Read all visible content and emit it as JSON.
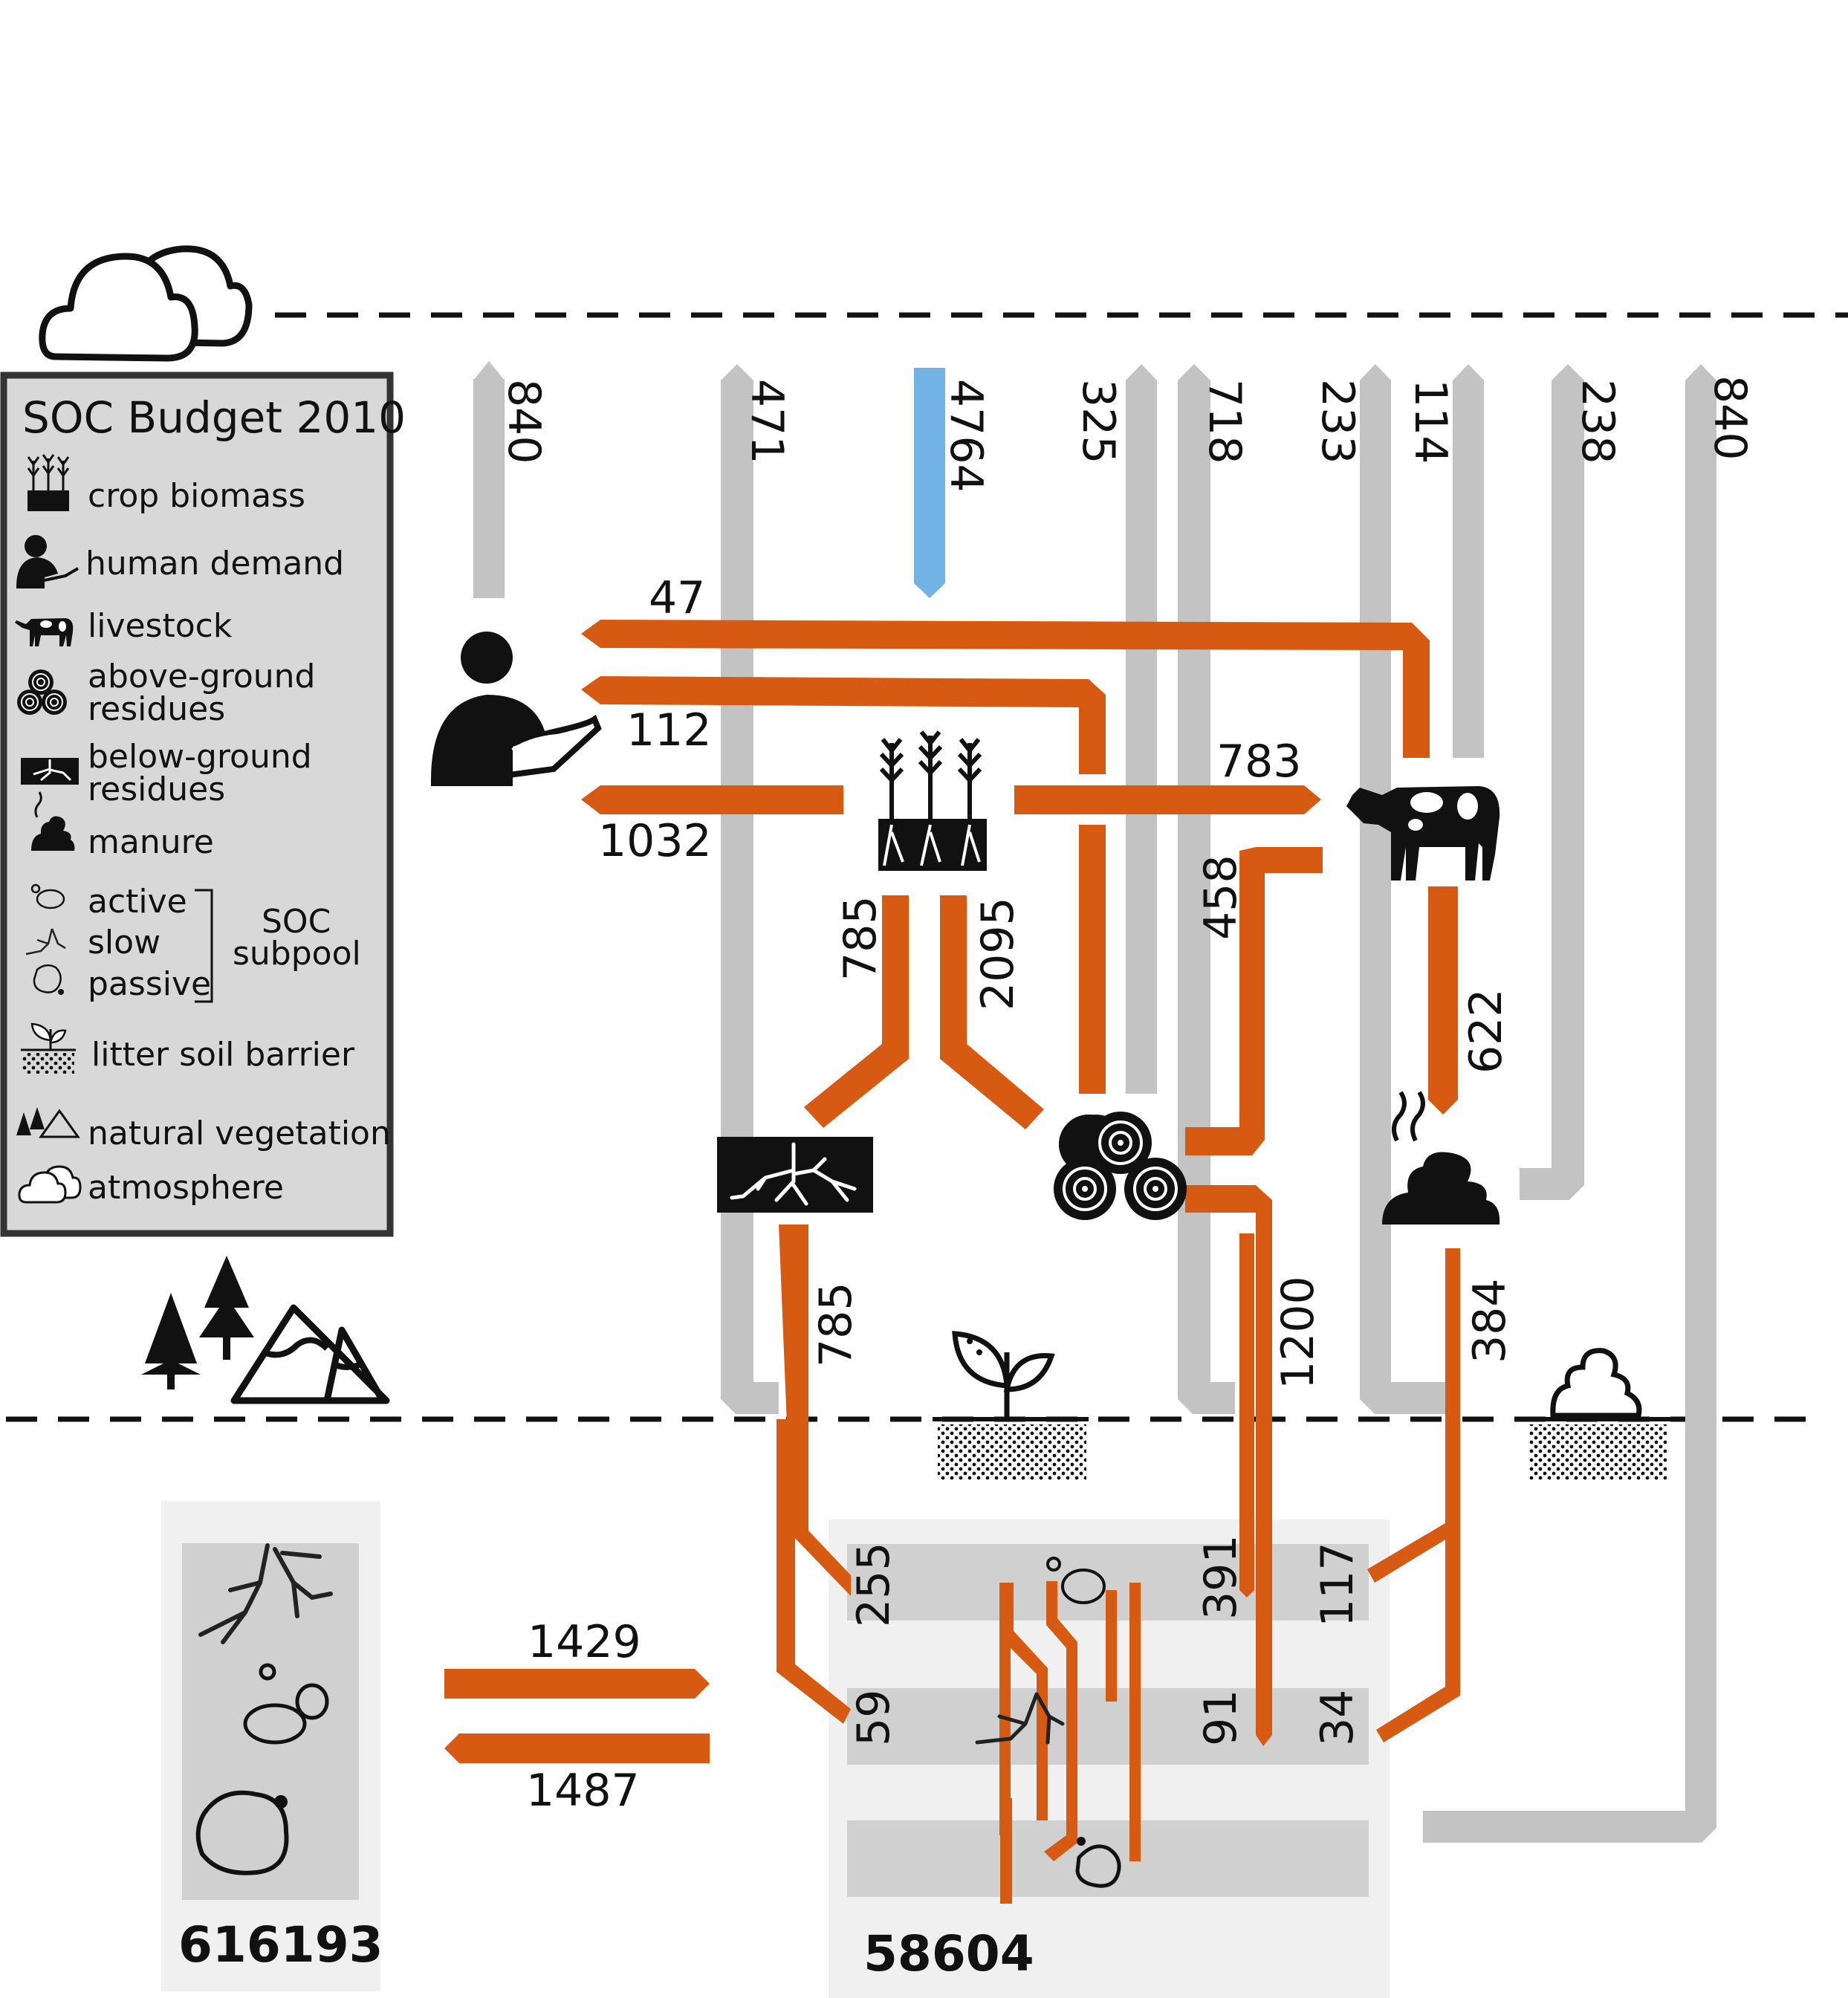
{
  "legend": {
    "title": "SOC Budget 2010",
    "items": {
      "crop_biomass": "crop biomass",
      "human_demand": "human demand",
      "livestock": "livestock",
      "above_ground_1": "above-ground",
      "above_ground_2": "residues",
      "below_ground_1": "below-ground",
      "below_ground_2": "residues",
      "manure": "manure",
      "active": "active",
      "slow": "slow",
      "passive": "passive",
      "soc_1": "SOC",
      "soc_2": "subpool",
      "litter": "litter soil barrier",
      "natural_vegetation": "natural vegetation",
      "atmosphere": "atmosphere"
    }
  },
  "colors": {
    "flow": "#d65a12",
    "atmos_flow": "#c3c3c3",
    "input": "#72b2e4",
    "pool_bg": "#f0f0f0",
    "subpool": "#d0d0d0",
    "legend_bg": "#d8d8d8"
  },
  "atmosphere_flows": {
    "f840a": "840",
    "f471": "471",
    "f4764": "4764",
    "f325": "325",
    "f718": "718",
    "f233": "233",
    "f114": "114",
    "f238": "238",
    "f840b": "840"
  },
  "crop_flows": {
    "livestock_to_human": "47",
    "ag_to_human": "112",
    "crop_to_livestock": "783",
    "crop_to_human": "1032",
    "crop_to_bg": "785",
    "crop_to_ag": "2095",
    "ag_to_livestock": "458",
    "livestock_to_manure": "622",
    "bg_to_soil": "785",
    "ag_to_soil": "1200",
    "manure_to_soil": "384"
  },
  "soil_flows": {
    "bg_active": "255",
    "bg_slow": "59",
    "ag_active": "391",
    "ag_slow": "91",
    "manure_active": "117",
    "manure_slow": "34"
  },
  "exchange": {
    "to_cropland": "1429",
    "to_natural": "1487"
  },
  "pools": {
    "natural": "616193",
    "cropland": "58604"
  }
}
